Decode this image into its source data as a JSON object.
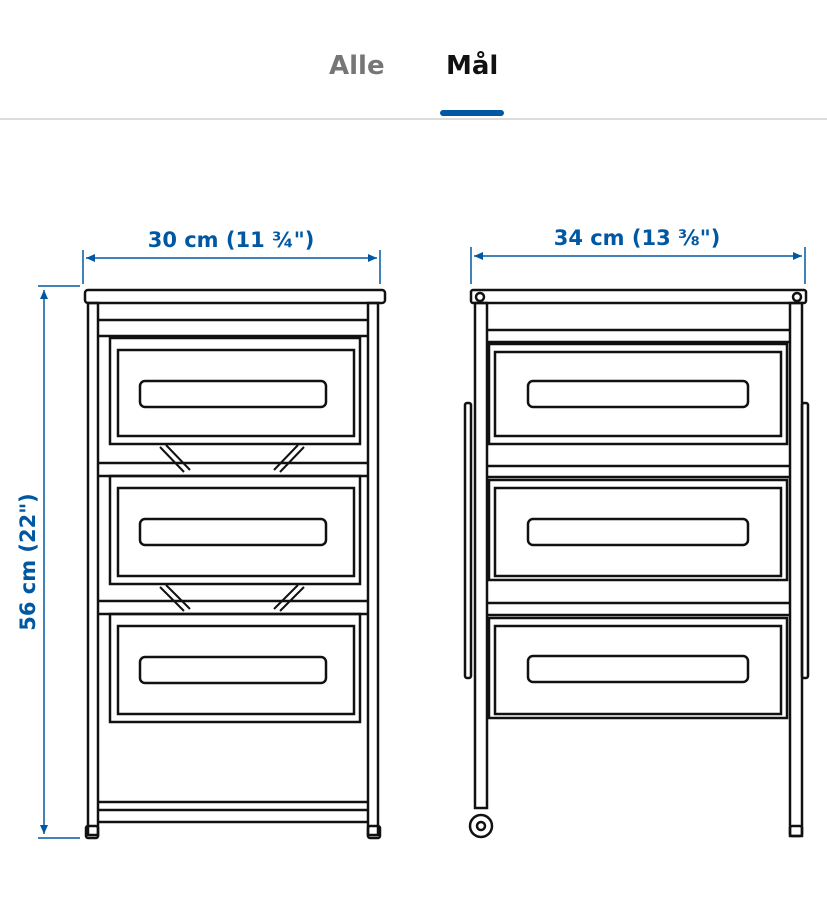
{
  "tabs": [
    {
      "label": "Alle",
      "selected": false
    },
    {
      "label": "Mål",
      "selected": true
    }
  ],
  "accent_color": "#0058a3",
  "drawing": {
    "front_width": "30 cm (11 ¾\")",
    "side_depth": "34 cm (13 ⅜\")",
    "height": "56 cm (22\")"
  }
}
